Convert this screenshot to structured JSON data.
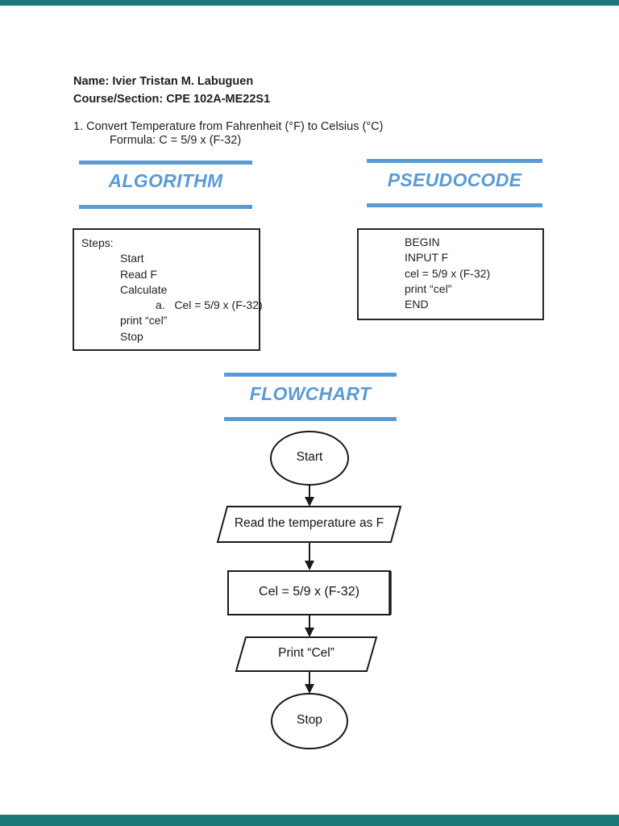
{
  "header": {
    "name_line": "Name: Ivier Tristan M. Labuguen",
    "course_line": "Course/Section: CPE 102A-ME22S1",
    "problem_line": "1. Convert Temperature from Fahrenheit (°F) to Celsius (°C)",
    "formula_line": "Formula: C = 5/9 x (F-32)"
  },
  "sections": {
    "algorithm_title": "ALGORITHM",
    "pseudocode_title": "PSEUDOCODE",
    "flowchart_title": "FLOWCHART"
  },
  "steps_box": {
    "lines": [
      "Steps:",
      "Start",
      "Read F",
      "Calculate",
      "a.   Cel = 5/9 x (F-32)",
      "print “cel”",
      "Stop"
    ]
  },
  "pseudocode_box": {
    "lines": [
      "BEGIN",
      "INPUT F",
      "cel = 5/9 x (F-32)",
      "print “cel”",
      "END"
    ]
  },
  "flowchart": {
    "start_label": "Start",
    "read_label": "Read the temperature as F",
    "process_label": "Cel = 5/9 x (F-32)",
    "print_label": "Print “Cel”",
    "stop_label": "Stop"
  },
  "colors": {
    "accent_blue": "#5B9BD5",
    "viewer_teal": "#187977",
    "ink": "#1f1f1f"
  }
}
